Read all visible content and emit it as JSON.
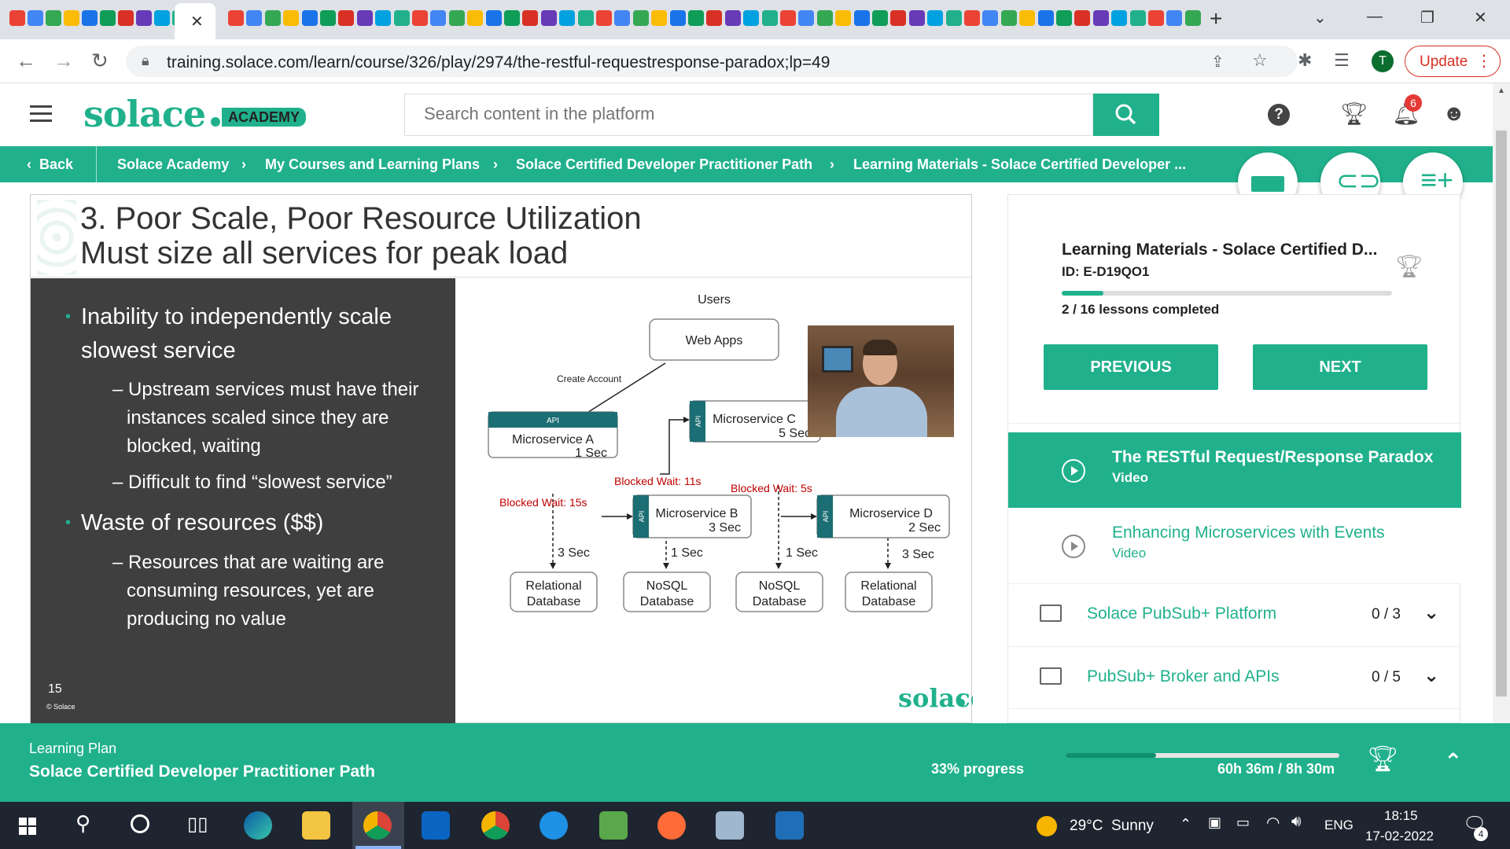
{
  "browser": {
    "url": "training.solace.com/learn/course/326/play/2974/the-restful-requestresponse-paradox;lp=49",
    "update_label": "Update",
    "profile_initial": "T",
    "new_tab_symbol": "+",
    "close_tab_symbol": "✕"
  },
  "header": {
    "logo_text": "solace",
    "logo_academy": "ACADEMY",
    "search_placeholder": "Search content in the platform",
    "notification_count": "6"
  },
  "breadcrumb": {
    "back_label": "Back",
    "items": [
      "Solace Academy",
      "My Courses and Learning Plans",
      "Solace Certified Developer Practitioner Path",
      "Learning Materials - Solace Certified Developer ..."
    ]
  },
  "slide": {
    "title_line1": "3. Poor Scale, Poor Resource Utilization",
    "title_line2": "Must size all services for peak load",
    "bullets": [
      {
        "text_line1": "Inability to independently scale",
        "text_line2": "slowest service"
      },
      {
        "text_line1": "Waste of resources ($$)"
      }
    ],
    "sub_bullets_1": [
      {
        "l1": "– Upstream services must have their",
        "l2": "instances scaled since they are",
        "l3": "blocked, waiting"
      },
      {
        "l1": "– Difficult to find “slowest service”"
      }
    ],
    "sub_bullets_2": [
      {
        "l1": "– Resources that are waiting are",
        "l2": "consuming resources, yet are",
        "l3": "producing no value"
      }
    ],
    "page_number": "15",
    "copyright": "© Solace",
    "footer_logo": "solace",
    "diagram": {
      "users": "Users",
      "web_apps": "Web Apps",
      "create_account": "Create Account",
      "api": "API",
      "ms_a": "Microservice A",
      "ms_a_time": "1 Sec",
      "ms_b": "Microservice B",
      "ms_b_time": "3 Sec",
      "ms_c": "Microservice C",
      "ms_c_time": "5 Sec",
      "ms_d": "Microservice D",
      "ms_d_time": "2 Sec",
      "blocked_a": "Blocked Wait: 15s",
      "blocked_b": "Blocked Wait: 11s",
      "blocked_c": "Blocked Wait: 5s",
      "db1_time": "3 Sec",
      "db2_time": "1 Sec",
      "db3_time": "1 Sec",
      "db4_time": "3 Sec",
      "db1_l1": "Relational",
      "db1_l2": "Database",
      "db2_l1": "NoSQL",
      "db2_l2": "Database",
      "db3_l1": "NoSQL",
      "db3_l2": "Database",
      "db4_l1": "Relational",
      "db4_l2": "Database"
    }
  },
  "panel": {
    "title": "Learning Materials - Solace Certified D...",
    "id": "ID: E-D19QO1",
    "lessons_completed": "2 / 16 lessons completed",
    "progress_fraction": 0.125,
    "previous_label": "PREVIOUS",
    "next_label": "NEXT",
    "lessons": [
      {
        "title": "The RESTful Request/Response Paradox",
        "type": "Video",
        "active": true
      },
      {
        "title": "Enhancing Microservices with Events",
        "type": "Video",
        "active": false
      }
    ],
    "sections": [
      {
        "title": "Solace PubSub+ Platform",
        "count": "0 / 3"
      },
      {
        "title": "PubSub+ Broker and APIs",
        "count": "0 / 5"
      }
    ]
  },
  "bottom": {
    "label": "Learning Plan",
    "plan_name": "Solace Certified Developer Practitioner Path",
    "progress_text": "33% progress",
    "progress_fraction": 0.33,
    "time_text": "60h 36m / 8h 30m"
  },
  "taskbar": {
    "weather": "29°C  Sunny",
    "lang": "ENG",
    "time": "18:15",
    "date": "17-02-2022",
    "notif_count": "4"
  },
  "colors": {
    "accent": "#20b18c",
    "blocked_red": "#c00000",
    "teal_api": "#1b6e73"
  }
}
